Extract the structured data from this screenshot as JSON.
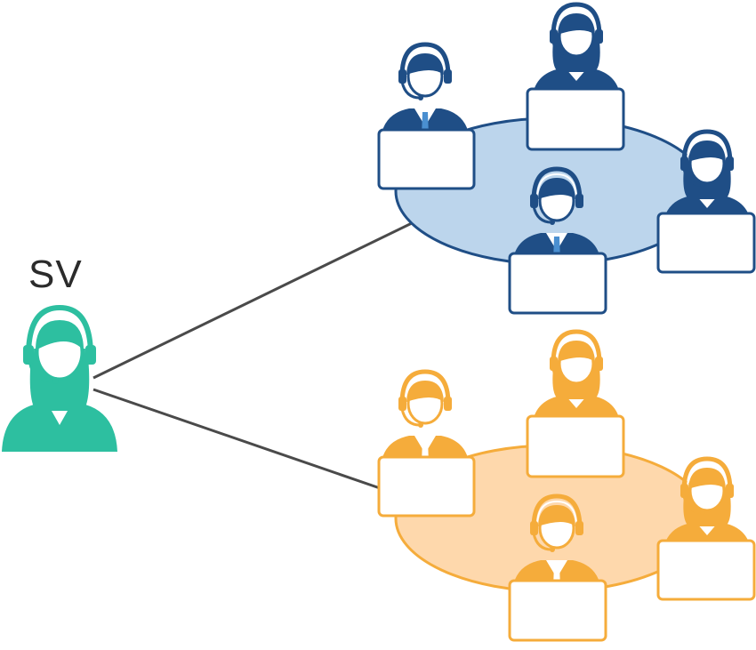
{
  "supervisor": {
    "label": "SV",
    "color": "#2dbfa0",
    "icon": "headset-operator-icon"
  },
  "connector": {
    "color": "#4a4a4a"
  },
  "teams": [
    {
      "id": "team-blue",
      "color": "#1f4e86",
      "table_fill": "#bcd5ec",
      "accent": "#4a8fd0",
      "members": [
        {
          "gender": "male",
          "seat": "back-left"
        },
        {
          "gender": "female",
          "seat": "back-right"
        },
        {
          "gender": "male",
          "seat": "front"
        },
        {
          "gender": "female",
          "seat": "right"
        }
      ]
    },
    {
      "id": "team-orange",
      "color": "#f5ac3b",
      "table_fill": "#fed8ac",
      "accent": "#ffffff",
      "members": [
        {
          "gender": "male",
          "seat": "back-left"
        },
        {
          "gender": "female",
          "seat": "back-right"
        },
        {
          "gender": "male",
          "seat": "front"
        },
        {
          "gender": "female",
          "seat": "right"
        }
      ]
    }
  ]
}
